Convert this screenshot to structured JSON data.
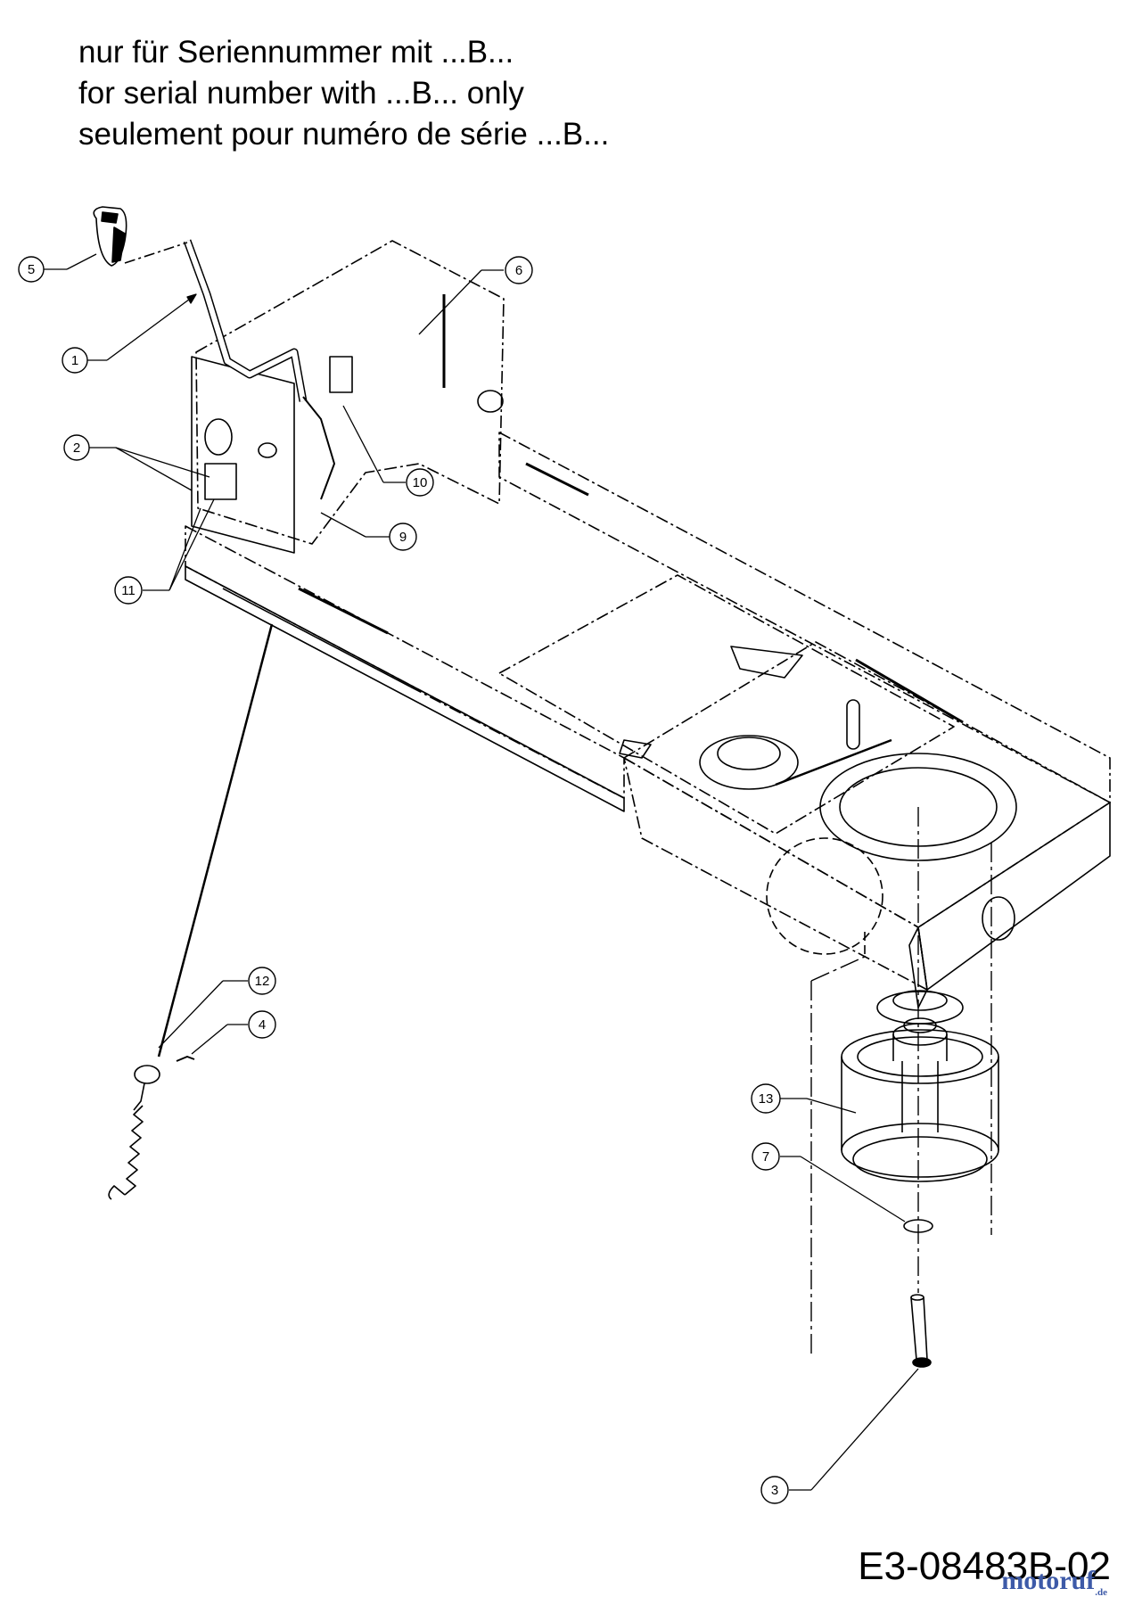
{
  "header": {
    "lines": [
      "nur für Seriennummer mit ...B...",
      "for serial number with ...B... only",
      "seulement pour numéro de série ...B..."
    ]
  },
  "callouts": [
    {
      "id": "1",
      "label": "1"
    },
    {
      "id": "2",
      "label": "2"
    },
    {
      "id": "3",
      "label": "3"
    },
    {
      "id": "4",
      "label": "4"
    },
    {
      "id": "5",
      "label": "5"
    },
    {
      "id": "6",
      "label": "6"
    },
    {
      "id": "7",
      "label": "7"
    },
    {
      "id": "9",
      "label": "9"
    },
    {
      "id": "10",
      "label": "10"
    },
    {
      "id": "11",
      "label": "11"
    },
    {
      "id": "12",
      "label": "12"
    },
    {
      "id": "13",
      "label": "13"
    }
  ],
  "footer": {
    "doc_number": "E3-08483B-02",
    "watermark": "motoruf",
    "watermark_suffix": ".de"
  },
  "colors": {
    "line": "#000000",
    "watermark": "#3d5aa8"
  }
}
